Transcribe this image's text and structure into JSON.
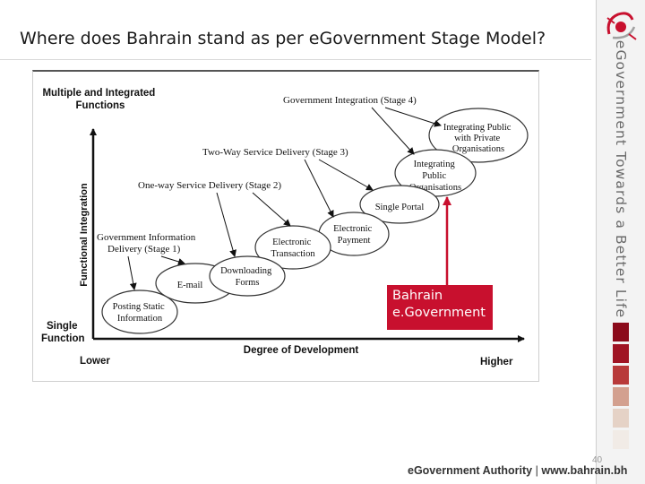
{
  "slide": {
    "title": "Where does Bahrain stand as per eGovernment Stage Model?"
  },
  "sidebar": {
    "tagline": "eGovernment Towards a Better Life",
    "bar_colors": [
      "#8b0a1a",
      "#a01424",
      "#b83a3a",
      "#d3a08f",
      "#e5d2c6",
      "#f1ebe6"
    ]
  },
  "footer": {
    "org": "eGovernment Authority",
    "separator": " | ",
    "url": "www.bahrain.bh",
    "page": "40"
  },
  "logo": {
    "icon": "bahrain-egov-logo-icon"
  },
  "diagram": {
    "y_top": [
      "Multiple and Integrated",
      "Functions"
    ],
    "y_axis": "Functional Integration",
    "y_bottom": [
      "Single",
      "Function"
    ],
    "x_axis": "Degree of Development",
    "x_left": "Lower",
    "x_right": "Higher",
    "stages": {
      "s4": "Government Integration (Stage 4)",
      "s3": "Two-Way Service Delivery (Stage 3)",
      "s2": "One-way Service Delivery (Stage 2)",
      "s1": [
        "Government Information",
        "Delivery  (Stage 1)"
      ]
    },
    "bubbles": {
      "posting": [
        "Posting Static",
        "Information"
      ],
      "email": [
        "E-mail"
      ],
      "downloading": [
        "Downloading",
        "Forms"
      ],
      "transaction": [
        "Electronic",
        "Transaction"
      ],
      "payment": [
        "Electronic",
        "Payment"
      ],
      "portal": [
        "Single Portal"
      ],
      "public": [
        "Integrating",
        "Public",
        "Organisations"
      ],
      "private": [
        "Integrating Public",
        "with Private",
        "Organisations"
      ]
    },
    "bahrain_label": [
      "Bahrain",
      "e.Government"
    ],
    "accent_color": "#c8102e"
  }
}
